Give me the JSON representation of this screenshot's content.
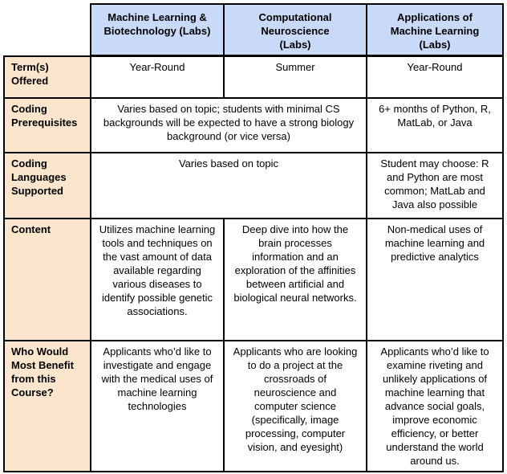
{
  "table": {
    "colors": {
      "column_header_bg": "#c9daf8",
      "row_header_bg": "#fce5cd",
      "border": "#000000",
      "text": "#000000",
      "background": "#ffffff"
    },
    "column_headers": [
      "Machine Learning &\nBiotechnology (Labs)",
      "Computational\nNeuroscience\n(Labs)",
      "Applications of\nMachine Learning\n(Labs)"
    ],
    "rows": [
      {
        "label": "Term(s) Offered",
        "cells": [
          {
            "text": "Year-Round",
            "span": 1
          },
          {
            "text": "Summer",
            "span": 1
          },
          {
            "text": "Year-Round",
            "span": 1
          }
        ]
      },
      {
        "label": "Coding Prerequisites",
        "cells": [
          {
            "text": "Varies based on topic; students with minimal CS backgrounds will be expected to have a strong biology background (or vice versa)",
            "span": 2
          },
          {
            "text": "6+ months of Python, R, MatLab, or Java",
            "span": 1
          }
        ]
      },
      {
        "label": "Coding Languages Supported",
        "cells": [
          {
            "text": "Varies based on topic",
            "span": 2
          },
          {
            "text": "Student may choose: R and Python are most common; MatLab and Java also possible",
            "span": 1
          }
        ]
      },
      {
        "label": "Content",
        "cells": [
          {
            "text": "Utilizes machine learning tools and techniques on the vast amount of data available regarding various diseases to identify possible genetic associations.",
            "span": 1
          },
          {
            "text": "Deep dive into how the brain processes information and an exploration of the affinities between artificial and biological neural networks.",
            "span": 1
          },
          {
            "text": "Non-medical uses of machine learning and predictive analytics",
            "span": 1
          }
        ]
      },
      {
        "label": "Who Would Most Benefit from this Course?",
        "cells": [
          {
            "text": "Applicants who’d like to investigate and engage with the medical uses of machine learning technologies",
            "span": 1
          },
          {
            "text": "Applicants who are looking to do a project at the crossroads of neuroscience and computer science (specifically, image processing, computer vision, and eyesight)",
            "span": 1
          },
          {
            "text": "Applicants who’d like to examine riveting and unlikely applications of machine learning that advance social goals, improve economic efficiency, or better understand the world around us.",
            "span": 1
          }
        ]
      }
    ]
  }
}
